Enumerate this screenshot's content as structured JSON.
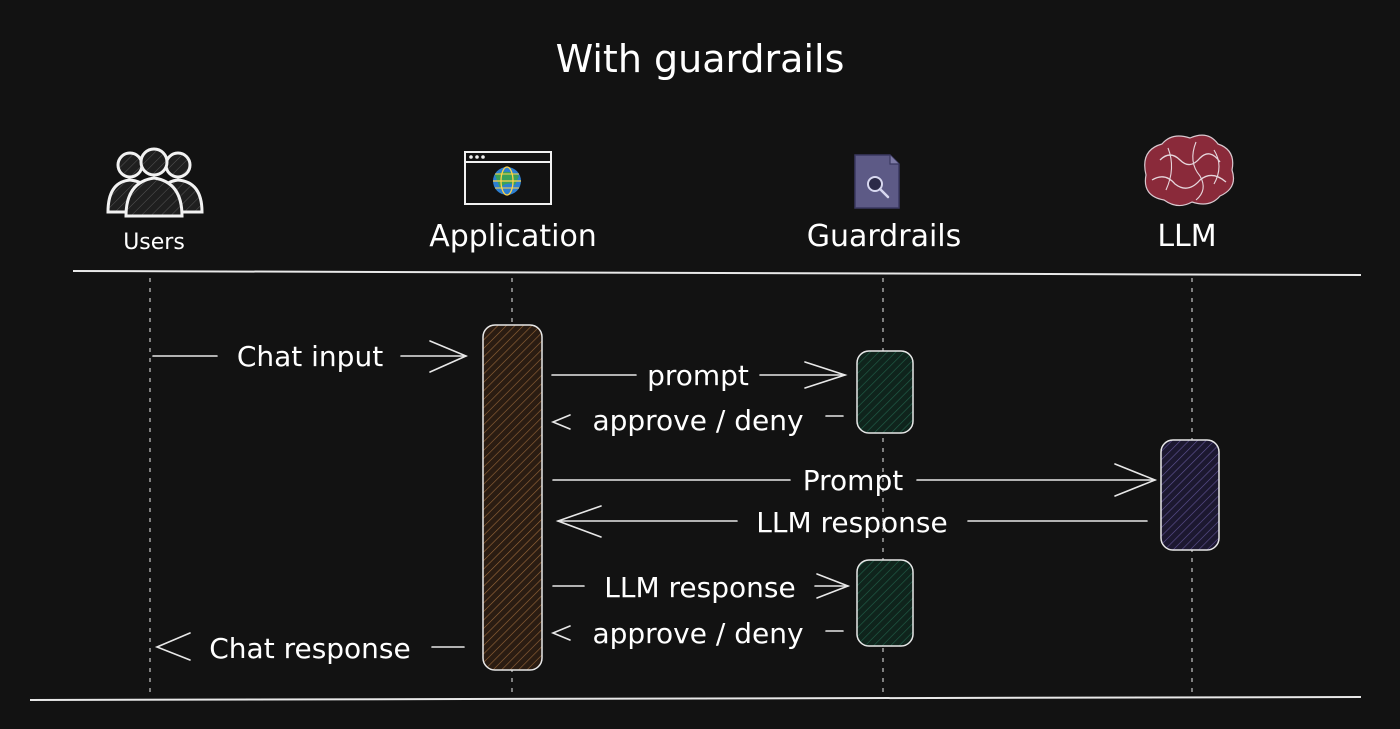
{
  "title": "With guardrails",
  "actors": [
    {
      "id": "users",
      "label": "Users",
      "icon": "users-group-icon"
    },
    {
      "id": "application",
      "label": "Application",
      "icon": "browser-globe-icon"
    },
    {
      "id": "guardrails",
      "label": "Guardrails",
      "icon": "document-search-icon"
    },
    {
      "id": "llm",
      "label": "LLM",
      "icon": "brain-icon"
    }
  ],
  "messages": [
    {
      "from": "users",
      "to": "application",
      "label": "Chat input"
    },
    {
      "from": "application",
      "to": "guardrails",
      "label": "prompt"
    },
    {
      "from": "guardrails",
      "to": "application",
      "label": "approve / deny"
    },
    {
      "from": "application",
      "to": "llm",
      "label": "Prompt"
    },
    {
      "from": "llm",
      "to": "application",
      "label": "LLM response"
    },
    {
      "from": "application",
      "to": "guardrails",
      "label": "LLM response"
    },
    {
      "from": "guardrails",
      "to": "application",
      "label": "approve / deny"
    },
    {
      "from": "application",
      "to": "users",
      "label": "Chat response"
    }
  ],
  "colors": {
    "background": "#121212",
    "line": "#e8e8e8",
    "application_activation": "#f2a35a",
    "guardrails_activation": "#2e8c6a",
    "llm_activation": "#8c7ad6",
    "brain": "#8a2a3a",
    "document": "#5d5a86"
  }
}
